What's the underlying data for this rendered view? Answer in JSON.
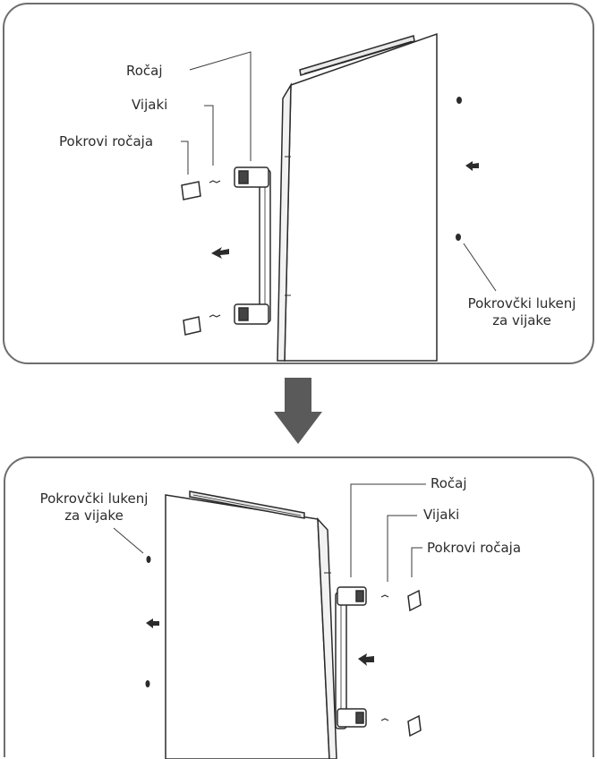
{
  "top_panel": {
    "handle_label": "Ročaj",
    "screws_label": "Vijaki",
    "handle_covers_label": "Pokrovi ročaja",
    "screw_hole_covers_label_line1": "Pokrovčki lukenj",
    "screw_hole_covers_label_line2": "za vijake"
  },
  "bottom_panel": {
    "screw_hole_covers_label_line1": "Pokrovčki lukenj",
    "screw_hole_covers_label_line2": "za vijake",
    "handle_label": "Ročaj",
    "screws_label": "Vijaki",
    "handle_covers_label": "Pokrovi ročaja"
  },
  "colors": {
    "line": "#2b2b2b",
    "border": "#6e6e6e",
    "arrow": "#5a5a5a"
  }
}
